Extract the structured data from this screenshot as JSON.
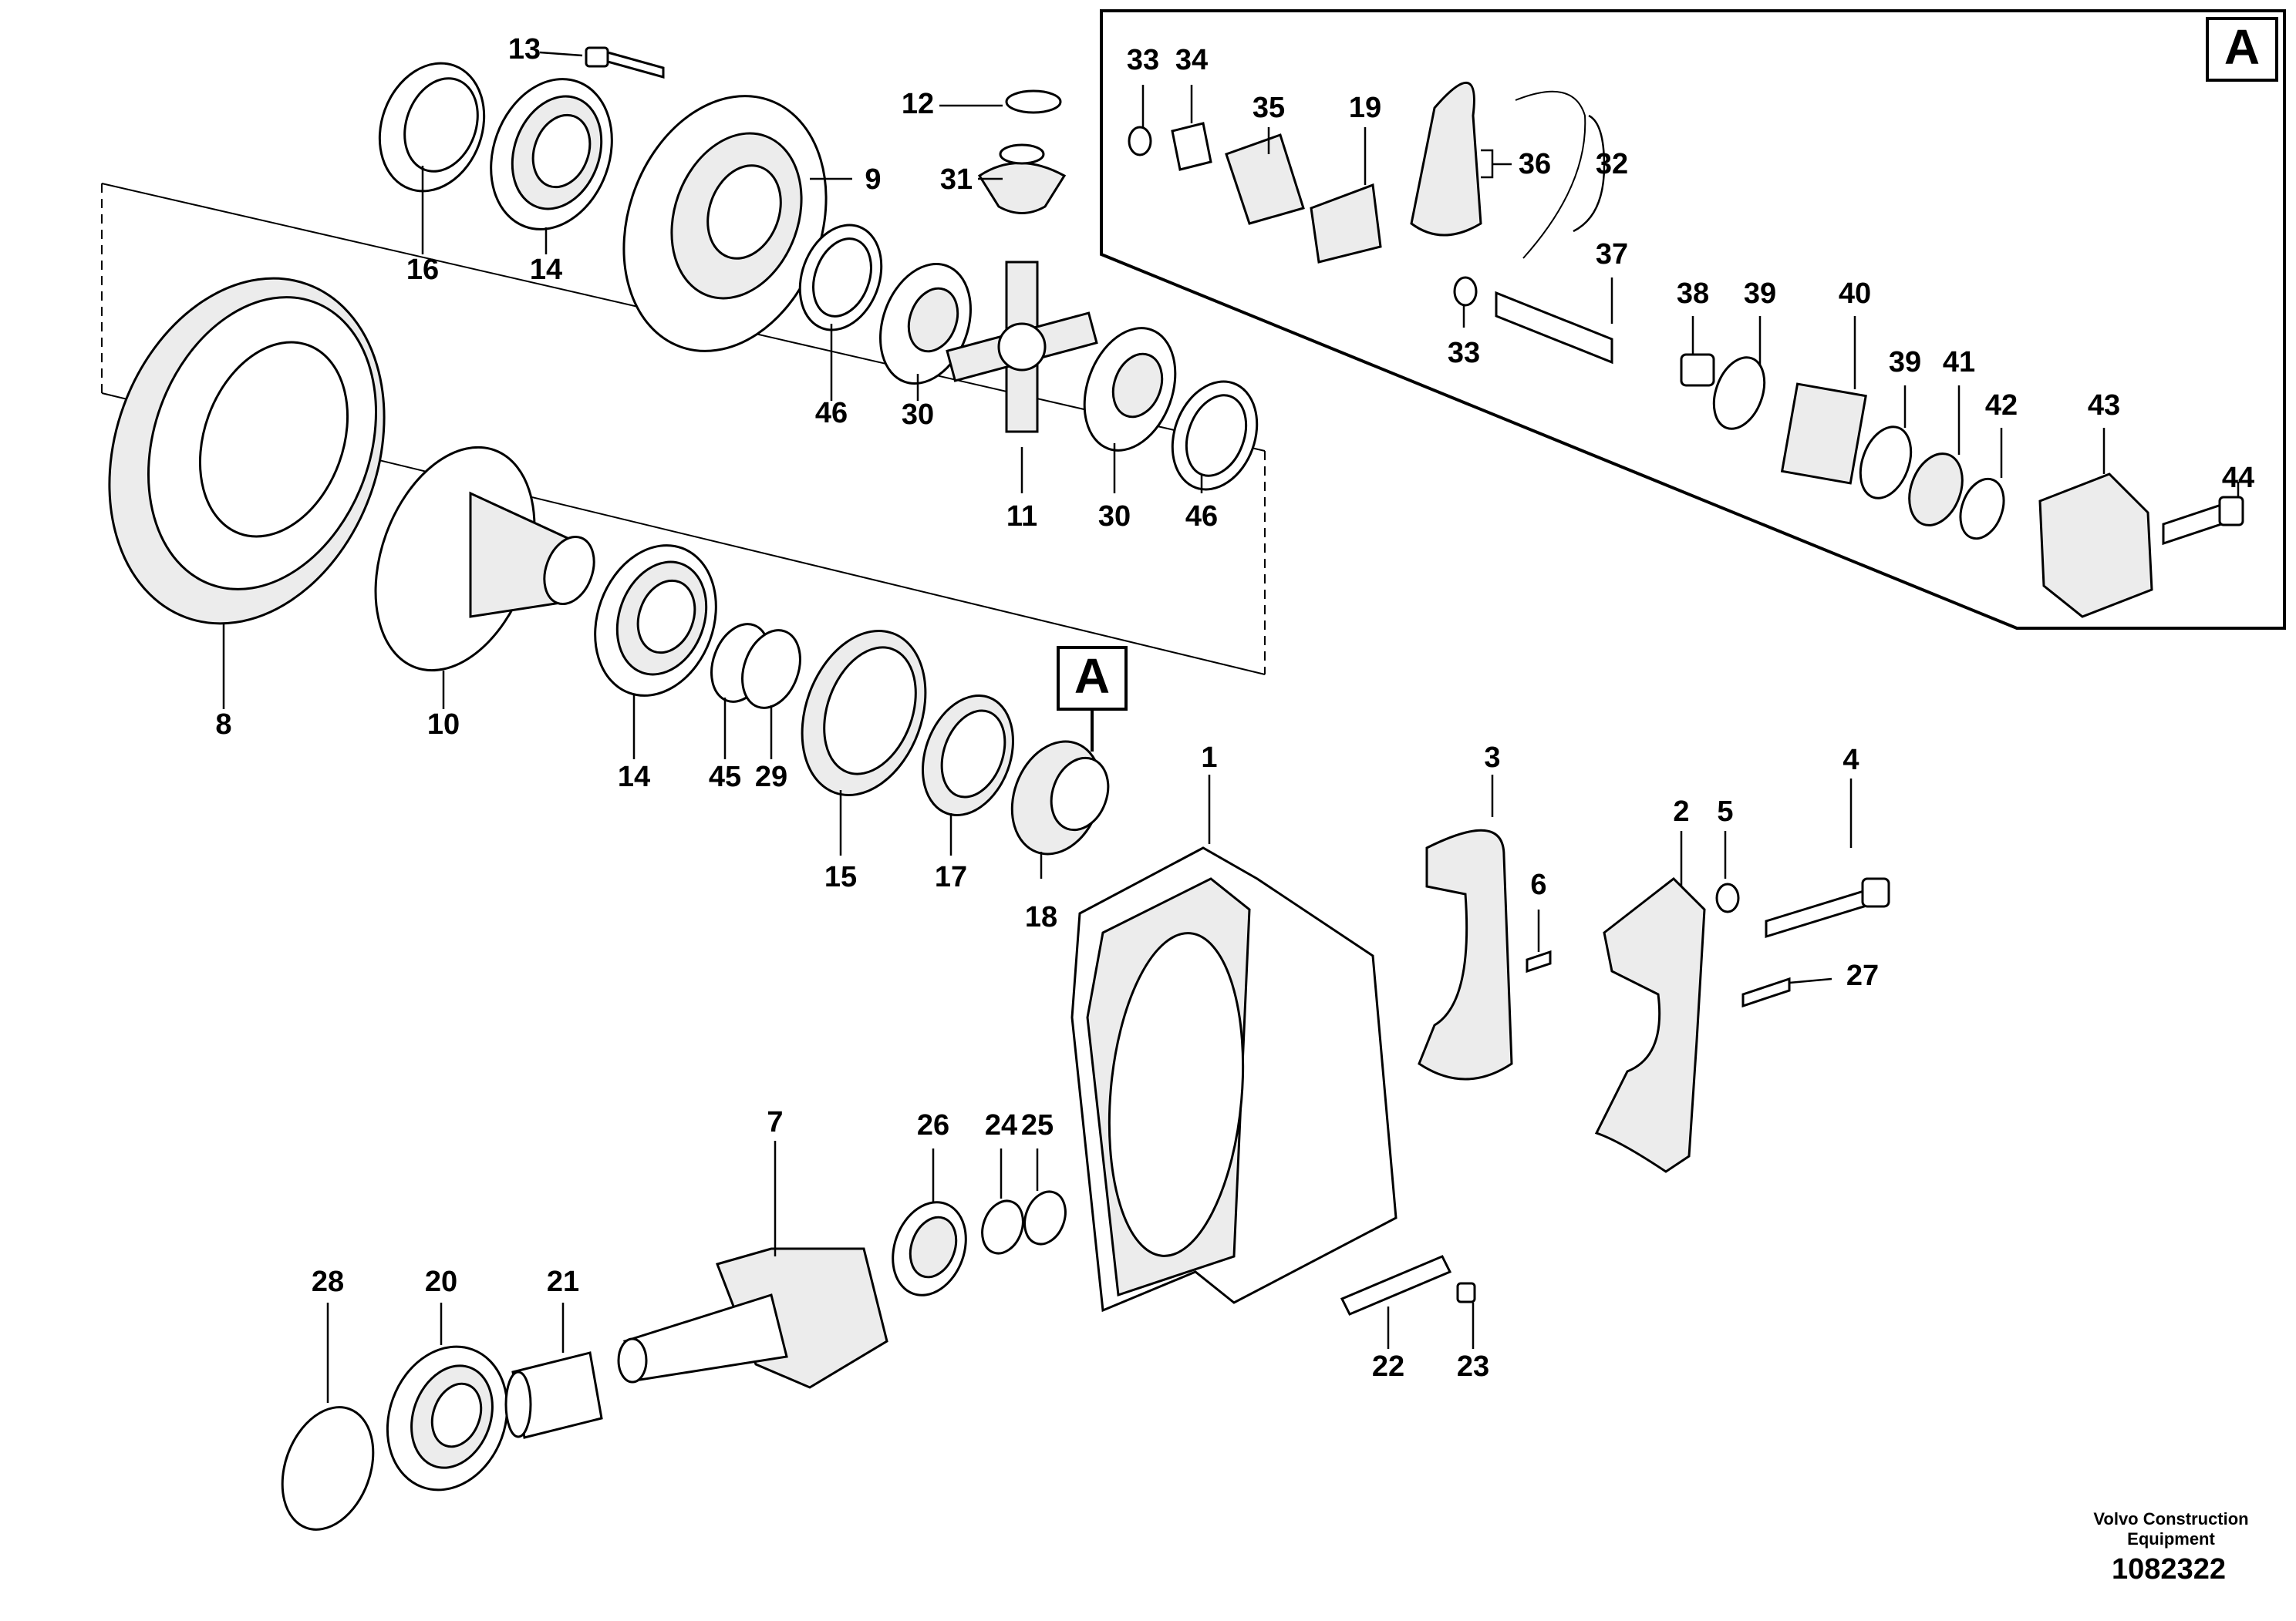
{
  "inset": {
    "tag": "A"
  },
  "callout": {
    "tag": "A"
  },
  "credit": {
    "line1": "Volvo Construction",
    "line2": "Equipment",
    "number": "1082322"
  },
  "labels": {
    "l13": "13",
    "l12": "12",
    "l9": "9",
    "l31": "31",
    "l16": "16",
    "l14a": "14",
    "l46a": "46",
    "l30a": "30",
    "l11": "11",
    "l30b": "30",
    "l46b": "46",
    "l8": "8",
    "l10": "10",
    "l14b": "14",
    "l45": "45",
    "l29": "29",
    "l15": "15",
    "l17": "17",
    "l18": "18",
    "l1": "1",
    "l3": "3",
    "l4": "4",
    "l2": "2",
    "l5": "5",
    "l6": "6",
    "l27": "27",
    "l7": "7",
    "l26": "26",
    "l24": "24",
    "l25": "25",
    "l28": "28",
    "l20": "20",
    "l21": "21",
    "l22": "22",
    "l23": "23",
    "l33a": "33",
    "l34": "34",
    "l35": "35",
    "l19": "19",
    "l36": "36",
    "l32": "32",
    "l33b": "33",
    "l37": "37",
    "l38": "38",
    "l39a": "39",
    "l40": "40",
    "l39b": "39",
    "l41": "41",
    "l42": "42",
    "l43": "43",
    "l44": "44"
  }
}
